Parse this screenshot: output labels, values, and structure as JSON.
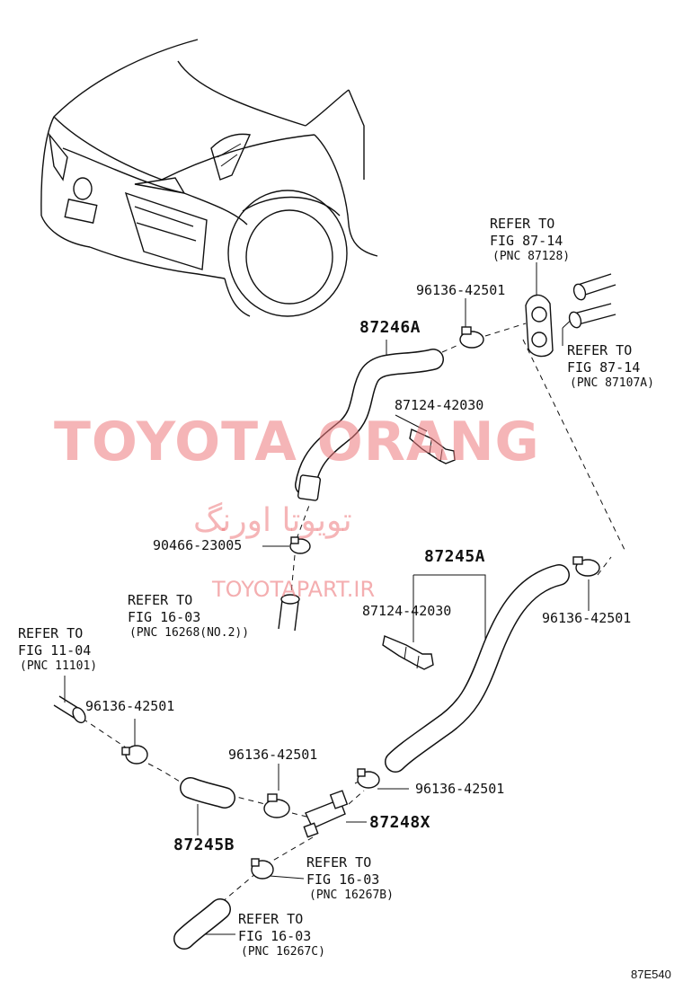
{
  "watermarks": {
    "brand": "TOYOTA ORANG",
    "persian": "تویوتا اورنگ",
    "site": "TOYOTAPART.IR"
  },
  "diagram_code": "87E540",
  "labels": {
    "ref_87_14_a": {
      "line1": "REFER TO",
      "line2": "FIG 87-14",
      "pnc": "(PNC 87128)"
    },
    "ref_87_14_b": {
      "line1": "REFER TO",
      "line2": "FIG 87-14",
      "pnc": "(PNC 87107A)"
    },
    "ref_16_03_a": {
      "line1": "REFER TO",
      "line2": "FIG 16-03",
      "pnc": "(PNC 16268(NO.2))"
    },
    "ref_11_04": {
      "line1": "REFER TO",
      "line2": "FIG 11-04",
      "pnc": "(PNC 11101)"
    },
    "ref_16_03_b": {
      "line1": "REFER TO",
      "line2": "FIG 16-03",
      "pnc": "(PNC 16267B)"
    },
    "ref_16_03_c": {
      "line1": "REFER TO",
      "line2": "FIG 16-03",
      "pnc": "(PNC 16267C)"
    },
    "clamp_top": "96136-42501",
    "hose_87246a": "87246A",
    "clip_top": "87124-42030",
    "clamp_90466": "90466-23005",
    "hose_87245a": "87245A",
    "clamp_right": "96136-42501",
    "clip_mid": "87124-42030",
    "clamp_left": "96136-42501",
    "clamp_mid": "96136-42501",
    "clamp_lower_right": "96136-42501",
    "joint_87248x": "87248X",
    "hose_87245b": "87245B"
  }
}
